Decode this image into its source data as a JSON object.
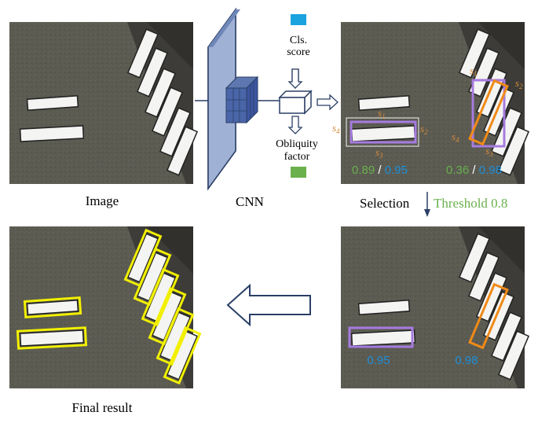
{
  "labels": {
    "image": "Image",
    "cnn": "CNN",
    "cls_line1": "Cls.",
    "cls_line2": "score",
    "obl_line1": "Obliquity",
    "obl_line2": "factor",
    "selection": "Selection",
    "threshold": "Threshold 0.8",
    "final_result": "Final result"
  },
  "scores": {
    "left_obliquity": "0.89",
    "left_cls": "0.95",
    "right_obliquity": "0.36",
    "right_cls": "0.98",
    "selected_left": "0.95",
    "selected_right": "0.98",
    "separator": " / "
  },
  "side_labels": {
    "s1": "s1",
    "s2": "s2",
    "s3": "s3",
    "s4": "s4"
  },
  "colors": {
    "cls_blue": "#1e8fd8",
    "obliquity_green": "#6ab04c",
    "side_orange": "#d98a3a",
    "purple_box": "#a77be0",
    "orange_box": "#f08a18",
    "yellow_box": "#f2f000",
    "cnn_fill": "#9fb2d6",
    "arrow_navy": "#2b3f66"
  },
  "icons": {
    "cls_square": "blue-square-icon",
    "obliquity_square": "green-square-icon",
    "feature_cube": "cube-icon"
  }
}
